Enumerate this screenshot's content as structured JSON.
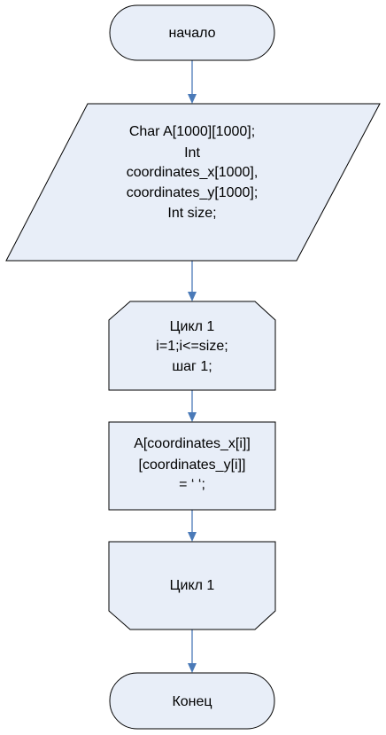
{
  "diagram": {
    "nodes": {
      "start": {
        "label": "начало"
      },
      "declare": {
        "lines": [
          "Char A[1000][1000];",
          "Int",
          "coordinates_x[1000],",
          "coordinates_y[1000];",
          "Int size;"
        ]
      },
      "loop_begin": {
        "lines": [
          "Цикл 1",
          "i=1;i<=size;",
          "шаг 1;"
        ]
      },
      "assign": {
        "lines": [
          "A[coordinates_x[i]]",
          "[coordinates_y[i]]",
          "= ‘ ‘;"
        ]
      },
      "loop_end": {
        "label": "Цикл 1"
      },
      "end": {
        "label": "Конец"
      }
    },
    "colors": {
      "shape_fill": "#e8eef8",
      "shape_stroke": "#000000",
      "connector": "#4a7ab8"
    }
  }
}
